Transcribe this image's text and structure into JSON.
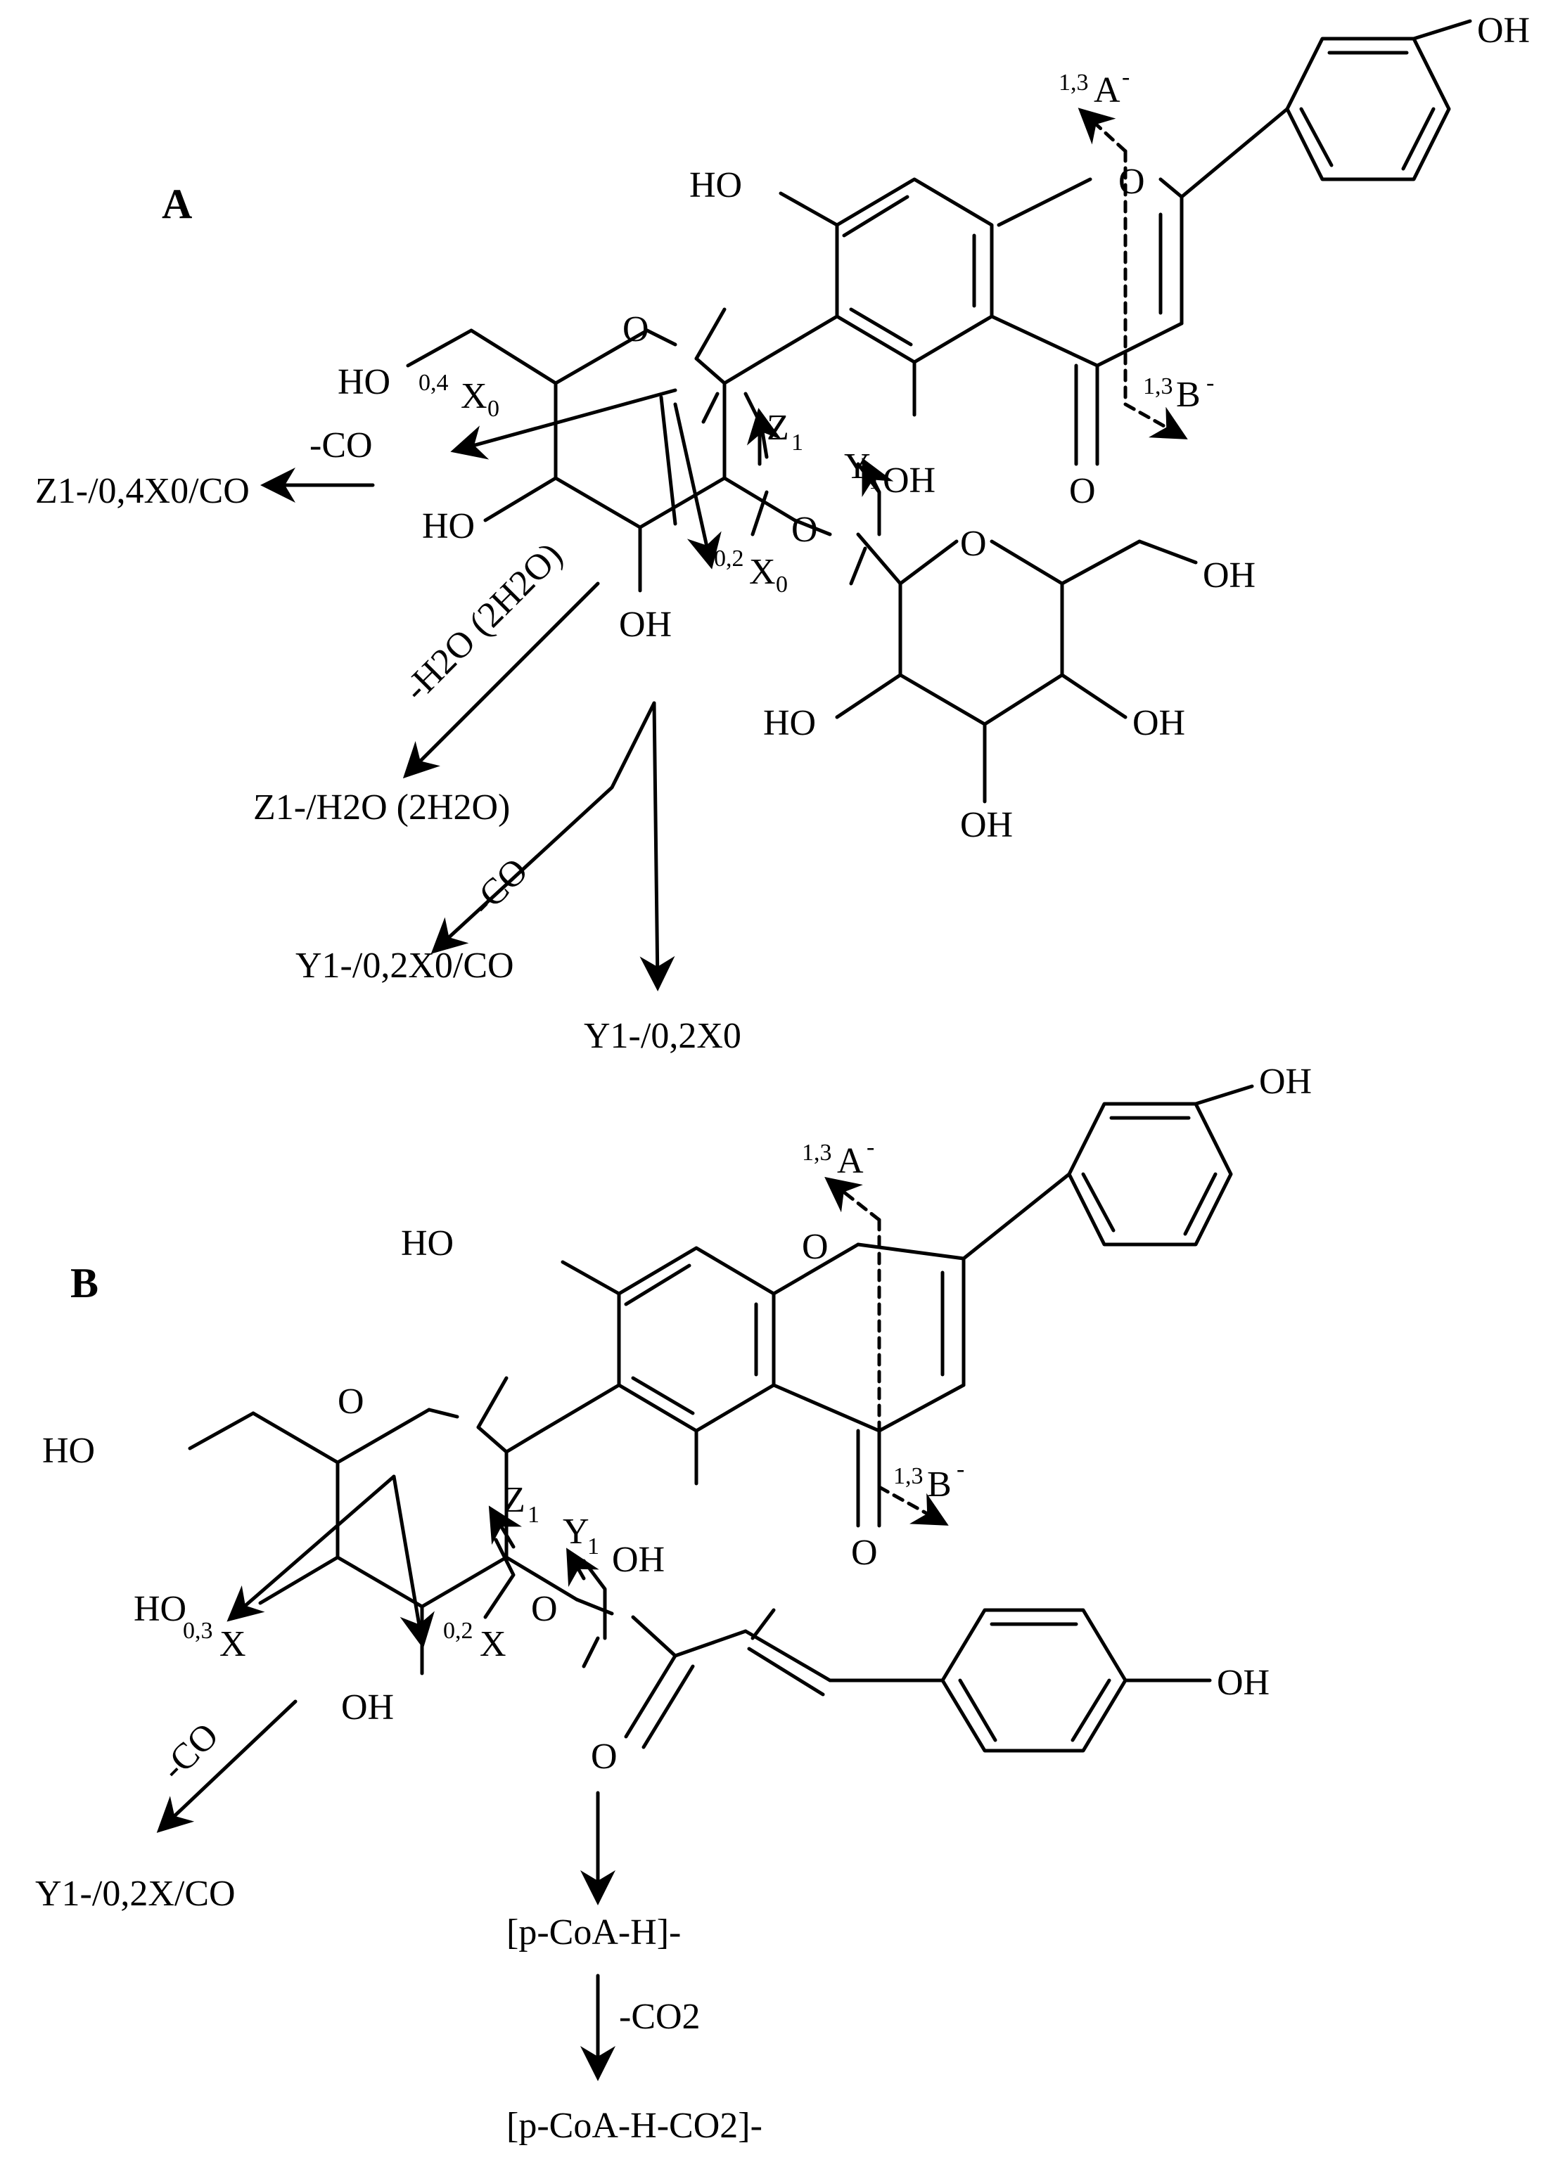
{
  "panels": [
    {
      "id": "A",
      "label": "A",
      "aglycone_oh_top": "OH",
      "ring_o": "O",
      "carbonyl_o": "O",
      "ho_7": "HO",
      "oh_5": "OH",
      "frag_13A": "A",
      "frag_13A_sup": "1,3",
      "frag_13A_charge": "-",
      "frag_13B": "B",
      "frag_13B_sup": "1,3",
      "frag_13B_charge": "-",
      "sugar1_ho_ch2": "HO",
      "sugar1_o": "O",
      "sugar1_ho": "HO",
      "sugar1_oh": "OH",
      "frag_04X0": "X",
      "frag_04X0_sup": "0,4",
      "frag_04X0_sub": "0",
      "frag_02X0": "X",
      "frag_02X0_sup": "0,2",
      "frag_02X0_sub": "0",
      "z1": "Z",
      "z1_sub": "1",
      "y1": "Y",
      "y1_sub": "1",
      "glyco_o": "O",
      "sugar2_o": "O",
      "sugar2_oh_ch2": "OH",
      "sugar2_ho": "HO",
      "sugar2_oh_r": "OH",
      "sugar2_oh_b": "OH",
      "minus_co": "-CO",
      "prod_z1_04x0_co": "Z1-/0,4X0/CO",
      "minus_h2o": "-H2O (2H2O)",
      "prod_z1_h2o": "Z1-/H2O (2H2O)",
      "minus_co_2": "-CO",
      "prod_y1_02x0_co": "Y1-/0,2X0/CO",
      "prod_y1_02x0": "Y1-/0,2X0"
    },
    {
      "id": "B",
      "label": "B",
      "aglycone_oh_top": "OH",
      "ring_o": "O",
      "carbonyl_o": "O",
      "ho_7": "HO",
      "oh_5": "OH",
      "frag_13A": "A",
      "frag_13A_sup": "1,3",
      "frag_13A_charge": "-",
      "frag_13B": "B",
      "frag_13B_sup": "1,3",
      "frag_13B_charge": "-",
      "sugar1_ho_ch2": "HO",
      "sugar1_o": "O",
      "sugar1_ho": "HO",
      "sugar1_oh": "OH",
      "frag_03X": "X",
      "frag_03X_sup": "0,3",
      "frag_02X": "X",
      "frag_02X_sup": "0,2",
      "z1": "Z",
      "z1_sub": "1",
      "y1": "Y",
      "y1_sub": "1",
      "glyco_o": "O",
      "ester_o": "O",
      "coumaroyl_oh": "OH",
      "minus_co": "-CO",
      "prod_y1_02x_co": "Y1-/0,2X/CO",
      "prod_pcoa": "[p-CoA-H]-",
      "minus_co2": "-CO2",
      "prod_pcoa_co2": "[p-CoA-H-CO2]-"
    }
  ]
}
